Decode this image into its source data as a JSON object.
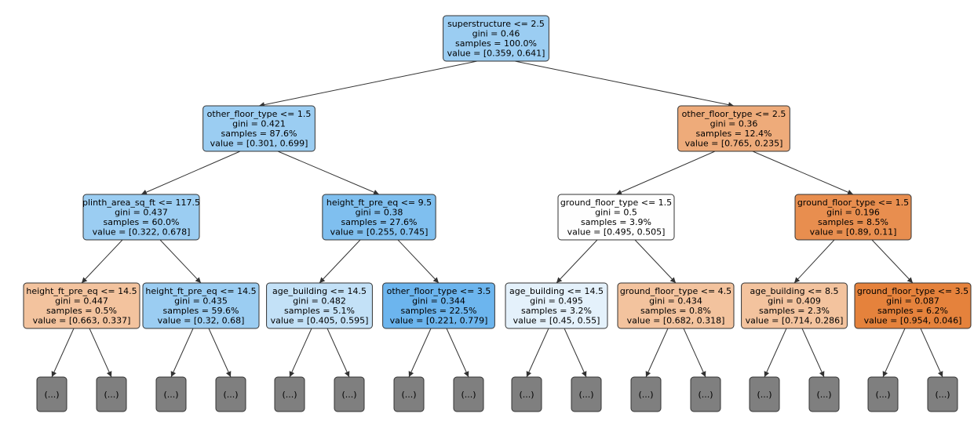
{
  "diagram": {
    "type": "decision-tree",
    "colors": {
      "blue_strong": "#6cb5ee",
      "blue_medium": "#7fbfef",
      "blue_light": "#9bcdf2",
      "blue_pale": "#c3e1f7",
      "blue_faint": "#e4f1fb",
      "white": "#fefefe",
      "orange_light": "#f3c39e",
      "orange_medium": "#eeab7a",
      "orange_strong": "#e88e4f",
      "orange_deep": "#e5823c",
      "leaf": "#7f7f7f"
    },
    "nodes": [
      {
        "id": "n0",
        "lines": [
          "superstructure <= 2.5",
          "gini = 0.46",
          "samples = 100.0%",
          "value = [0.359, 0.641]"
        ],
        "color": "blue_light"
      },
      {
        "id": "n1",
        "lines": [
          "other_floor_type <= 1.5",
          "gini = 0.421",
          "samples = 87.6%",
          "value = [0.301, 0.699]"
        ],
        "color": "blue_light"
      },
      {
        "id": "n2",
        "lines": [
          "other_floor_type <= 2.5",
          "gini = 0.36",
          "samples = 12.4%",
          "value = [0.765, 0.235]"
        ],
        "color": "orange_medium"
      },
      {
        "id": "n3",
        "lines": [
          "plinth_area_sq_ft <= 117.5",
          "gini = 0.437",
          "samples = 60.0%",
          "value = [0.322, 0.678]"
        ],
        "color": "blue_light"
      },
      {
        "id": "n4",
        "lines": [
          "height_ft_pre_eq <= 9.5",
          "gini = 0.38",
          "samples = 27.6%",
          "value = [0.255, 0.745]"
        ],
        "color": "blue_medium"
      },
      {
        "id": "n5",
        "lines": [
          "ground_floor_type <= 1.5",
          "gini = 0.5",
          "samples = 3.9%",
          "value = [0.495, 0.505]"
        ],
        "color": "white"
      },
      {
        "id": "n6",
        "lines": [
          "ground_floor_type <= 1.5",
          "gini = 0.196",
          "samples = 8.5%",
          "value = [0.89, 0.11]"
        ],
        "color": "orange_strong"
      },
      {
        "id": "n7",
        "lines": [
          "height_ft_pre_eq <= 14.5",
          "gini = 0.447",
          "samples = 0.5%",
          "value = [0.663, 0.337]"
        ],
        "color": "orange_light"
      },
      {
        "id": "n8",
        "lines": [
          "height_ft_pre_eq <= 14.5",
          "gini = 0.435",
          "samples = 59.6%",
          "value = [0.32, 0.68]"
        ],
        "color": "blue_light"
      },
      {
        "id": "n9",
        "lines": [
          "age_building <= 14.5",
          "gini = 0.482",
          "samples = 5.1%",
          "value = [0.405, 0.595]"
        ],
        "color": "blue_pale"
      },
      {
        "id": "n10",
        "lines": [
          "other_floor_type <= 3.5",
          "gini = 0.344",
          "samples = 22.5%",
          "value = [0.221, 0.779]"
        ],
        "color": "blue_strong"
      },
      {
        "id": "n11",
        "lines": [
          "age_building <= 14.5",
          "gini = 0.495",
          "samples = 3.2%",
          "value = [0.45, 0.55]"
        ],
        "color": "blue_faint"
      },
      {
        "id": "n12",
        "lines": [
          "ground_floor_type <= 4.5",
          "gini = 0.434",
          "samples = 0.8%",
          "value = [0.682, 0.318]"
        ],
        "color": "orange_light"
      },
      {
        "id": "n13",
        "lines": [
          "age_building <= 8.5",
          "gini = 0.409",
          "samples = 2.3%",
          "value = [0.714, 0.286]"
        ],
        "color": "orange_light"
      },
      {
        "id": "n14",
        "lines": [
          "ground_floor_type <= 3.5",
          "gini = 0.087",
          "samples = 6.2%",
          "value = [0.954, 0.046]"
        ],
        "color": "orange_deep"
      }
    ],
    "leaf_label": "(...)",
    "leaf_count": 16
  }
}
